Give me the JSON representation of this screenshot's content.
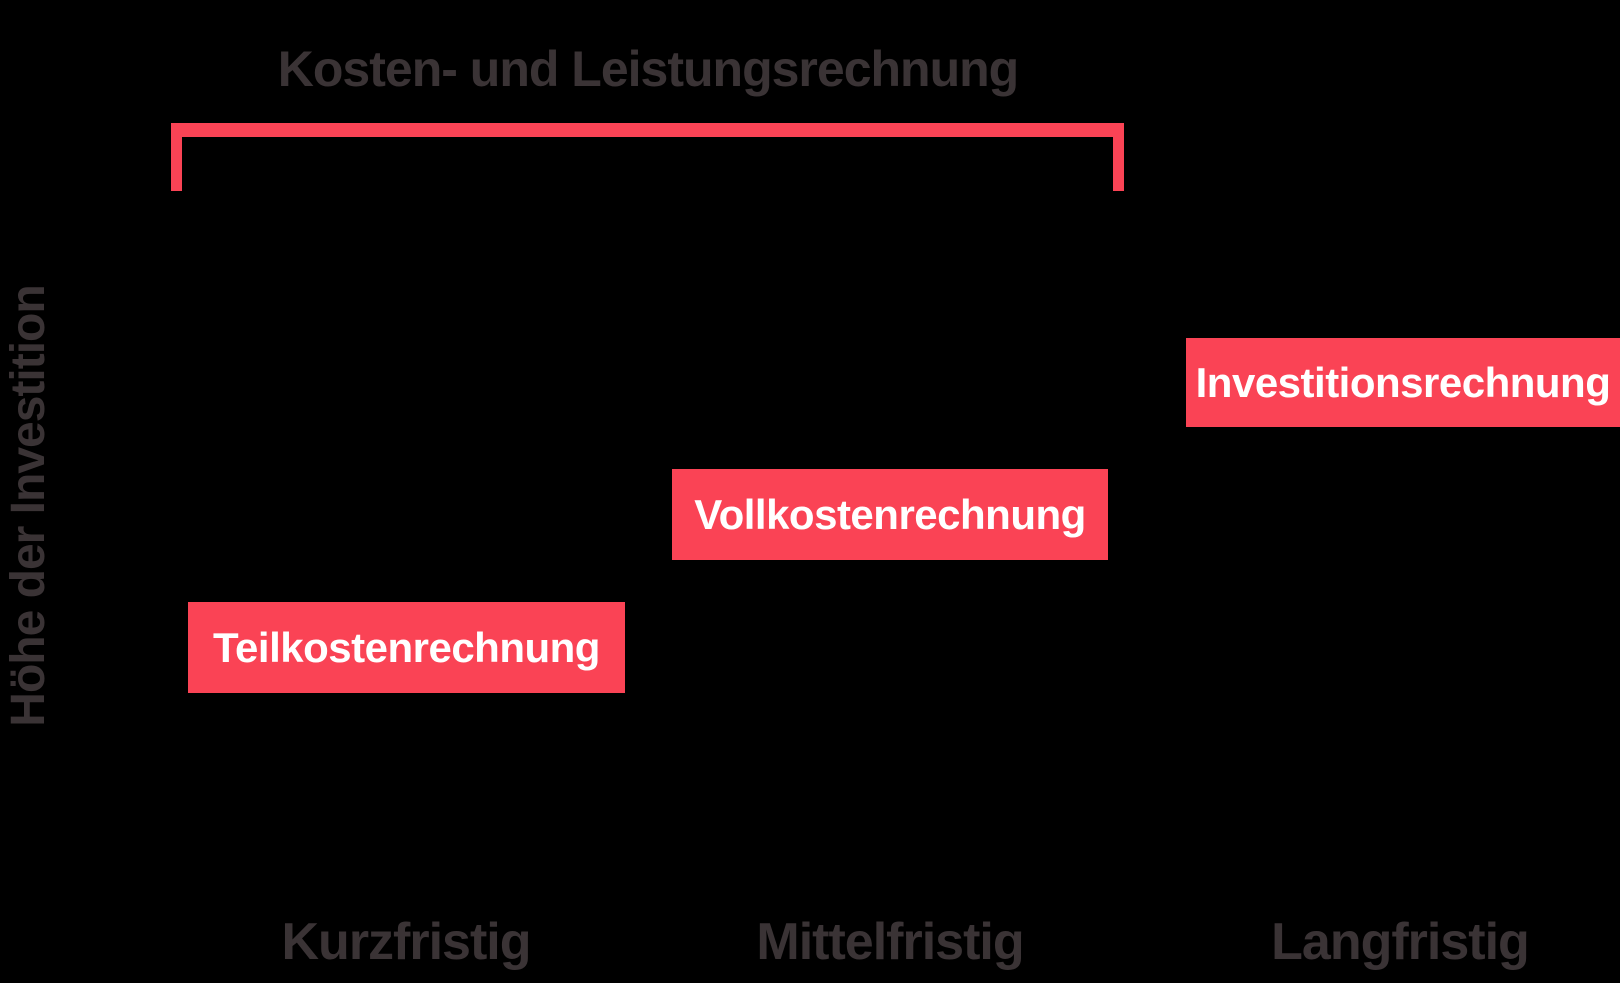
{
  "colors": {
    "background": "#000000",
    "accent_red": "#FA4355",
    "dark_text": "#3A3335",
    "box_text": "#FFFFFF"
  },
  "title": {
    "text": "Kosten- und Leistungsrechnung"
  },
  "y_axis": {
    "label": "Höhe der Investition"
  },
  "x_axis": {
    "labels": [
      "Kurzfristig",
      "Mittelfristig",
      "Langfristig"
    ]
  },
  "boxes": [
    {
      "label": "Teilkostenrechnung",
      "column": "Kurzfristig",
      "investment_level": "low"
    },
    {
      "label": "Vollkostenrechnung",
      "column": "Mittelfristig",
      "investment_level": "medium"
    },
    {
      "label": "Investitionsrechnung",
      "column": "Langfristig",
      "investment_level": "high"
    }
  ],
  "bracket": {
    "description": "red range bracket under the title spanning the Kurzfristig and Mittelfristig columns"
  }
}
